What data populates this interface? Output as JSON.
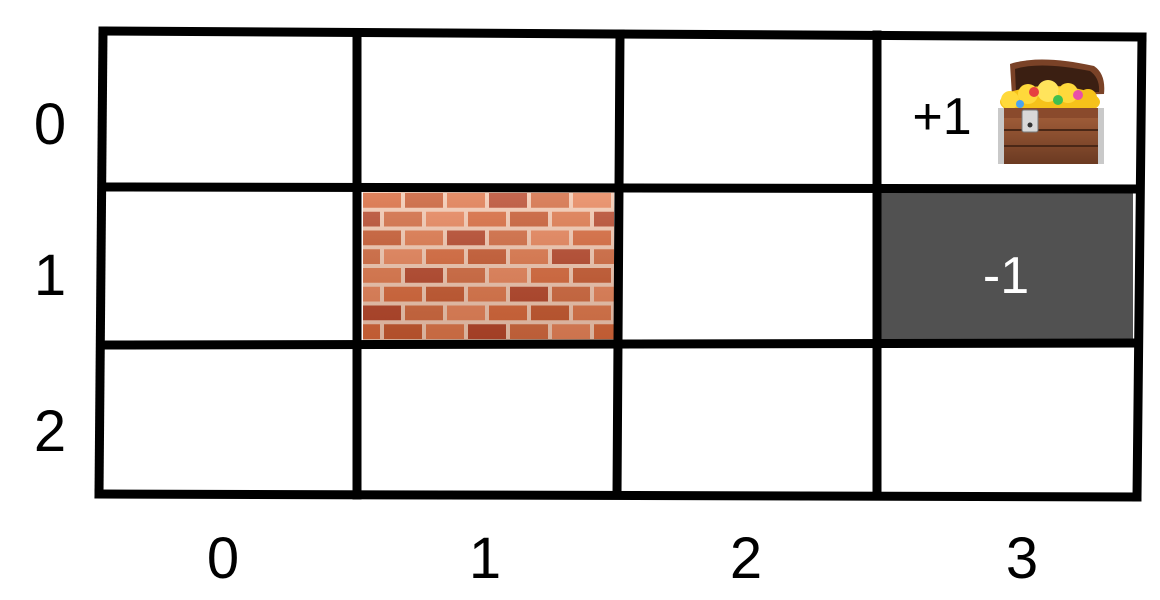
{
  "row_labels": [
    "0",
    "1",
    "2"
  ],
  "col_labels": [
    "0",
    "1",
    "2",
    "3"
  ],
  "cells": {
    "goal": {
      "row": 0,
      "col": 3,
      "reward_text": "+1",
      "icon": "treasure-chest-icon"
    },
    "wall": {
      "row": 1,
      "col": 1,
      "icon": "brick-wall-icon"
    },
    "pit": {
      "row": 1,
      "col": 3,
      "reward_text": "-1"
    }
  },
  "colors": {
    "grid_line": "#000000",
    "pit_fill": "#515151",
    "pit_text": "#ffffff",
    "brick": "#d9683a",
    "mortar": "#f4c8b0"
  }
}
